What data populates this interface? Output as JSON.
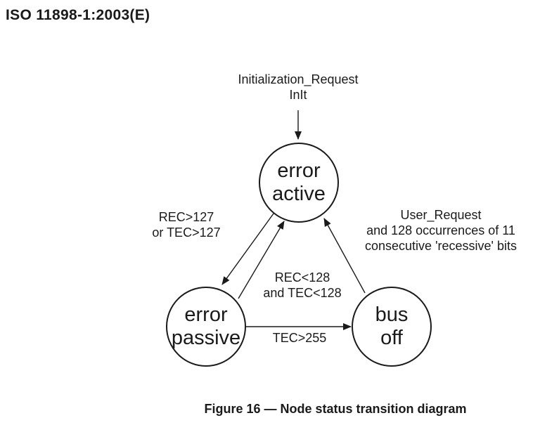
{
  "page": {
    "header": "ISO 11898-1:2003(E)",
    "caption": "Figure 16 — Node status transition diagram"
  },
  "diagram": {
    "type": "state-transition",
    "colors": {
      "line": "#1a1a1a",
      "background": "#ffffff",
      "text": "#1a1a1a"
    },
    "states": {
      "error_active": {
        "line1": "error",
        "line2": "active"
      },
      "error_passive": {
        "line1": "error",
        "line2": "passive"
      },
      "bus_off": {
        "line1": "bus",
        "line2": "off"
      }
    },
    "transitions": {
      "init_to_error_active": {
        "line1": "Initialization_Request",
        "line2": "InIt"
      },
      "error_active_to_error_passive": {
        "line1": "REC>127",
        "line2": "or TEC>127"
      },
      "error_passive_to_error_active": {
        "line1": "REC<128",
        "line2": "and TEC<128"
      },
      "error_passive_to_bus_off": {
        "label": "TEC>255"
      },
      "bus_off_to_error_active": {
        "line1": "User_Request",
        "line2": "and 128 occurrences of 11",
        "line3": "consecutive 'recessive' bits"
      }
    }
  }
}
